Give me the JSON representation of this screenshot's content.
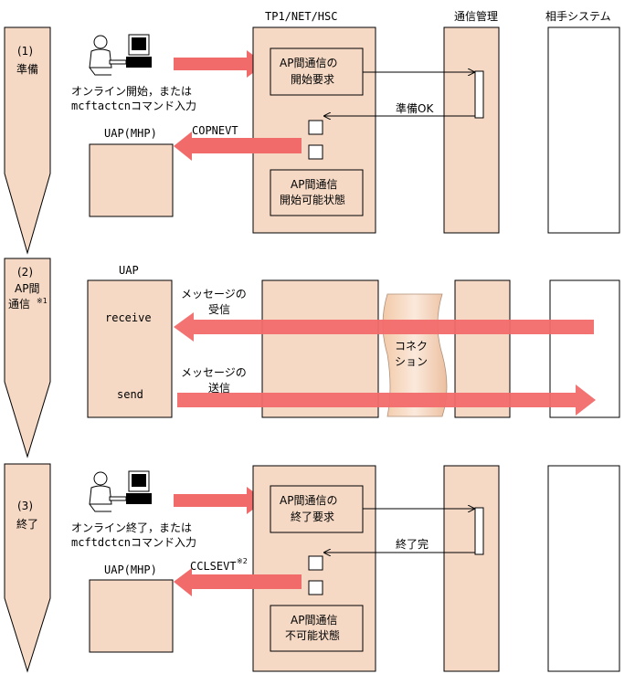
{
  "headers": {
    "tp1": "TP1/NET/HSC",
    "comm": "通信管理",
    "partner": "相手システム"
  },
  "phases": [
    {
      "num": "(1)",
      "title": "準備"
    },
    {
      "num": "(2)",
      "title_line1": "AP間",
      "title_line2": "通信",
      "note": "※1"
    },
    {
      "num": "(3)",
      "title": "終了"
    }
  ],
  "phase1": {
    "operator_line1": "オンライン開始，または",
    "operator_line2": "mcftactcnコマンド入力",
    "req_line1": "AP間通信の",
    "req_line2": "開始要求",
    "ok": "準備OK",
    "event": "COPNEVT",
    "uap": "UAP(MHP)",
    "state_line1": "AP間通信",
    "state_line2": "開始可能状態"
  },
  "phase2": {
    "uap": "UAP",
    "receive": "receive",
    "send": "send",
    "msg_recv_line1": "メッセージの",
    "msg_recv_line2": "受信",
    "msg_send_line1": "メッセージの",
    "msg_send_line2": "送信",
    "conn_line1": "コネク",
    "conn_line2": "ション"
  },
  "phase3": {
    "operator_line1": "オンライン終了，または",
    "operator_line2": "mcftdctcnコマンド入力",
    "req_line1": "AP間通信の",
    "req_line2": "終了要求",
    "done": "終了完",
    "event": "CCLSEVT",
    "event_note": "※2",
    "uap": "UAP(MHP)",
    "state_line1": "AP間通信",
    "state_line2": "不可能状態"
  },
  "colors": {
    "box_fill": "#f5d9c5",
    "arrow_red": "#f26b6b",
    "connection": "#f0c8a8"
  },
  "icons": [
    "workstation-operator-icon",
    "workstation-operator-icon"
  ]
}
